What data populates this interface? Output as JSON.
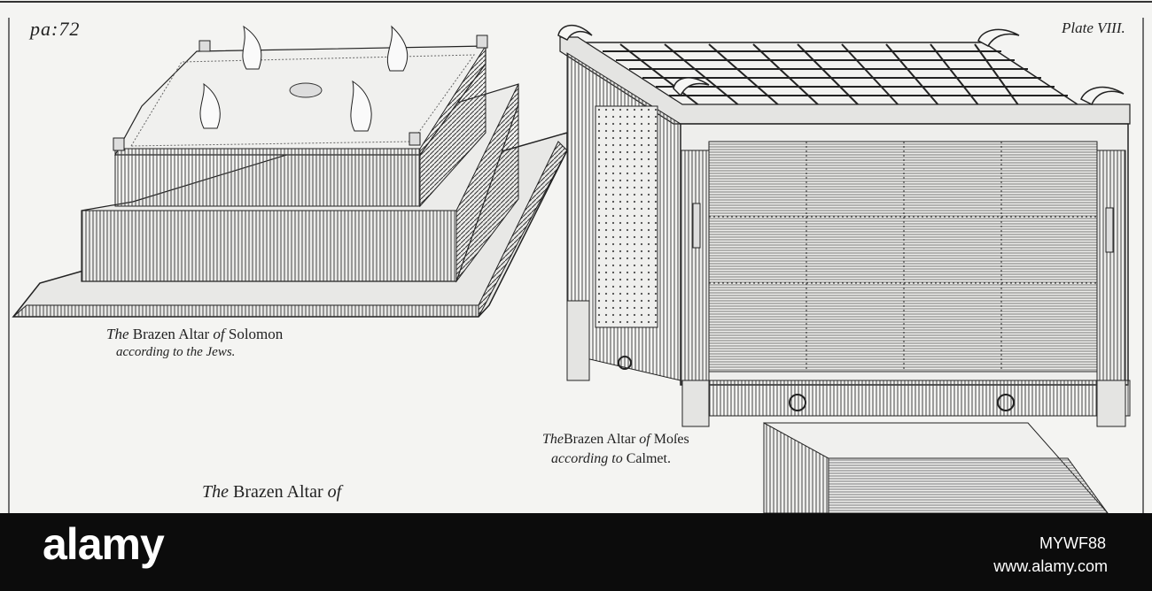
{
  "plate": {
    "page_ref": "pa:72",
    "plate_number": "Plate VIII.",
    "caption_solomon_line1_prefix": "The",
    "caption_solomon_line1_main": "Brazen Altar",
    "caption_solomon_line1_of": "of",
    "caption_solomon_line1_name": "Solomon",
    "caption_solomon_line2": "according to the Jews.",
    "caption_moses_line1_prefix": "The",
    "caption_moses_line1_main": "Brazen Altar",
    "caption_moses_line1_of": "of",
    "caption_moses_line1_name": "Moſes",
    "caption_moses_line2_prefix": "according to",
    "caption_moses_line2_name": "Calmet.",
    "caption_partial_prefix": "The",
    "caption_partial_main": "Brazen Altar",
    "caption_partial_of": "of"
  },
  "footer": {
    "logo": "alamy",
    "image_id": "MYWF88",
    "site": "www.alamy.com"
  },
  "colors": {
    "ink": "#222222",
    "paper": "#f4f4f2",
    "banner": "#0c0c0c",
    "banner_text": "#ffffff"
  }
}
